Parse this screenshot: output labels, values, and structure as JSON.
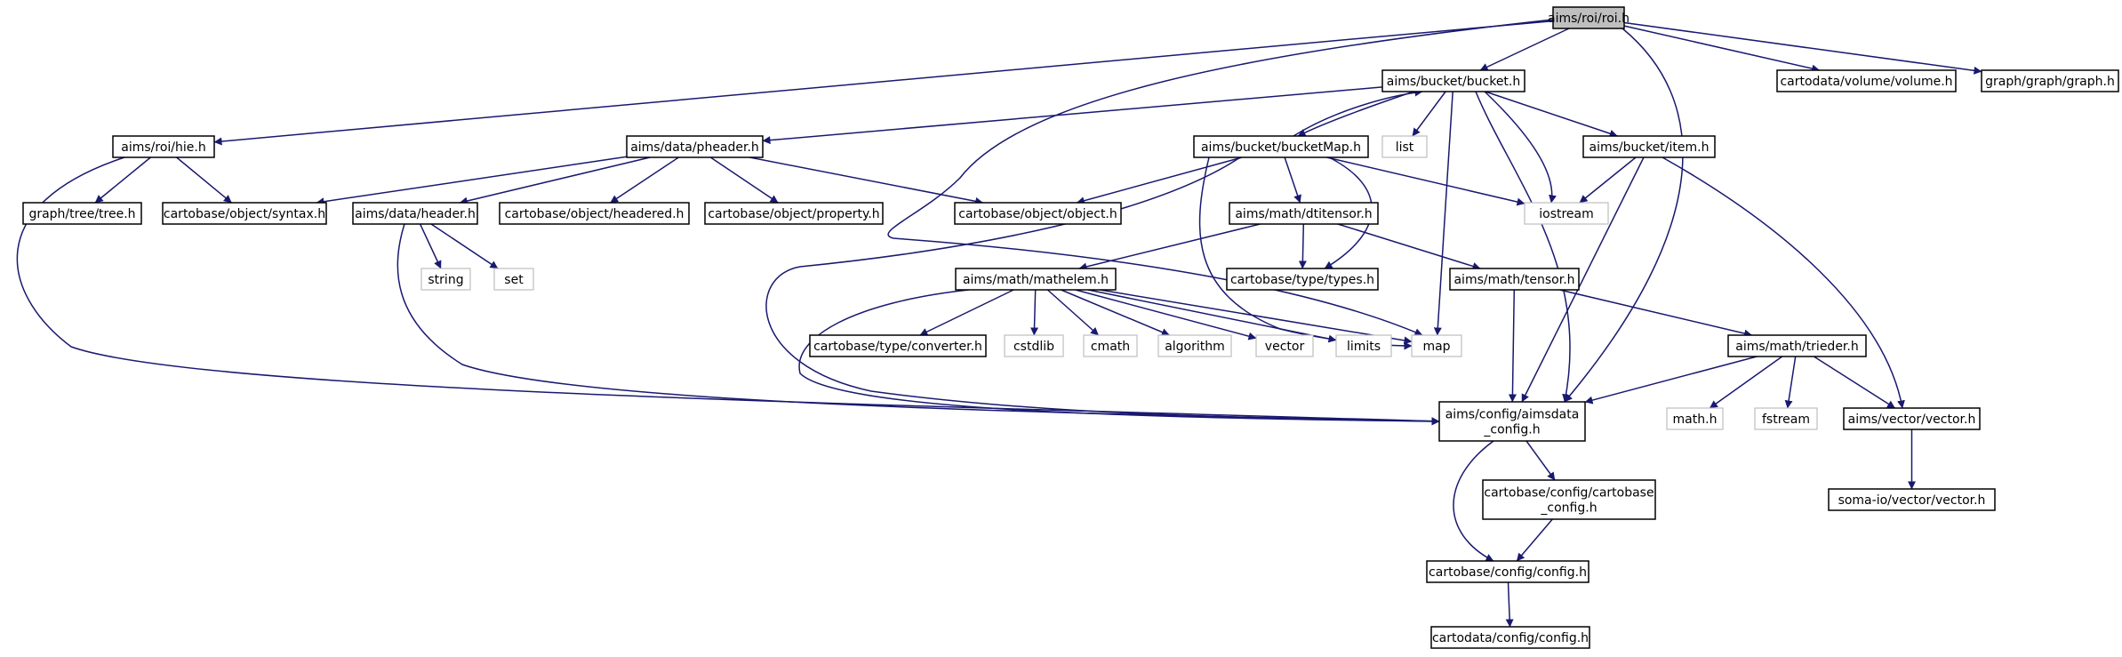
{
  "nodes": {
    "roi_h": {
      "label": [
        "aims/roi/roi.h"
      ],
      "kind": "root"
    },
    "bucket_h": {
      "label": [
        "aims/bucket/bucket.h"
      ],
      "kind": "doc"
    },
    "volume_h": {
      "label": [
        "cartodata/volume/volume.h"
      ],
      "kind": "doc"
    },
    "graph_h": {
      "label": [
        "graph/graph/graph.h"
      ],
      "kind": "doc"
    },
    "hie_h": {
      "label": [
        "aims/roi/hie.h"
      ],
      "kind": "doc"
    },
    "pheader_h": {
      "label": [
        "aims/data/pheader.h"
      ],
      "kind": "doc"
    },
    "list": {
      "label": [
        "list"
      ],
      "kind": "ext"
    },
    "bucketMap_h": {
      "label": [
        "aims/bucket/bucketMap.h"
      ],
      "kind": "doc"
    },
    "item_h": {
      "label": [
        "aims/bucket/item.h"
      ],
      "kind": "doc"
    },
    "tree_h": {
      "label": [
        "graph/tree/tree.h"
      ],
      "kind": "doc"
    },
    "syntax_h": {
      "label": [
        "cartobase/object/syntax.h"
      ],
      "kind": "doc"
    },
    "header_h": {
      "label": [
        "aims/data/header.h"
      ],
      "kind": "doc"
    },
    "headered_h": {
      "label": [
        "cartobase/object/headered.h"
      ],
      "kind": "doc"
    },
    "property_h": {
      "label": [
        "cartobase/object/property.h"
      ],
      "kind": "doc"
    },
    "object_h": {
      "label": [
        "cartobase/object/object.h"
      ],
      "kind": "doc"
    },
    "dtitensor_h": {
      "label": [
        "aims/math/dtitensor.h"
      ],
      "kind": "doc"
    },
    "iostream": {
      "label": [
        "iostream"
      ],
      "kind": "ext"
    },
    "string": {
      "label": [
        "string"
      ],
      "kind": "ext"
    },
    "set": {
      "label": [
        "set"
      ],
      "kind": "ext"
    },
    "types_h": {
      "label": [
        "cartobase/type/types.h"
      ],
      "kind": "doc"
    },
    "mathelem_h": {
      "label": [
        "aims/math/mathelem.h"
      ],
      "kind": "doc"
    },
    "tensor_h": {
      "label": [
        "aims/math/tensor.h"
      ],
      "kind": "doc"
    },
    "converter_h": {
      "label": [
        "cartobase/type/converter.h"
      ],
      "kind": "doc"
    },
    "cstdlib": {
      "label": [
        "cstdlib"
      ],
      "kind": "ext"
    },
    "cmath": {
      "label": [
        "cmath"
      ],
      "kind": "ext"
    },
    "algorithm": {
      "label": [
        "algorithm"
      ],
      "kind": "ext"
    },
    "vector": {
      "label": [
        "vector"
      ],
      "kind": "ext"
    },
    "limits": {
      "label": [
        "limits"
      ],
      "kind": "ext"
    },
    "map": {
      "label": [
        "map"
      ],
      "kind": "ext"
    },
    "trieder_h": {
      "label": [
        "aims/math/trieder.h"
      ],
      "kind": "doc"
    },
    "aimsdata_config_h": {
      "label": [
        "aims/config/aimsdata",
        "_config.h"
      ],
      "kind": "doc"
    },
    "math_h": {
      "label": [
        "math.h"
      ],
      "kind": "ext"
    },
    "fstream": {
      "label": [
        "fstream"
      ],
      "kind": "ext"
    },
    "aims_vector_h": {
      "label": [
        "aims/vector/vector.h"
      ],
      "kind": "doc"
    },
    "cartobase_config_h": {
      "label": [
        "cartobase/config/cartobase",
        "_config.h"
      ],
      "kind": "doc"
    },
    "somaio_vector_h": {
      "label": [
        "soma-io/vector/vector.h"
      ],
      "kind": "doc"
    },
    "cartobase_cfg_h": {
      "label": [
        "cartobase/config/config.h"
      ],
      "kind": "doc"
    },
    "cartodata_cfg_h": {
      "label": [
        "cartodata/config/config.h"
      ],
      "kind": "doc"
    }
  },
  "edges": [
    [
      "roi_h",
      "bucket_h"
    ],
    [
      "roi_h",
      "volume_h"
    ],
    [
      "roi_h",
      "graph_h"
    ],
    [
      "roi_h",
      "hie_h"
    ],
    [
      "roi_h",
      "map"
    ],
    [
      "roi_h",
      "aimsdata_config_h"
    ],
    [
      "bucket_h",
      "pheader_h"
    ],
    [
      "bucket_h",
      "list"
    ],
    [
      "bucket_h",
      "bucketMap_h"
    ],
    [
      "bucket_h",
      "item_h"
    ],
    [
      "bucket_h",
      "iostream"
    ],
    [
      "bucket_h",
      "map"
    ],
    [
      "bucket_h",
      "aimsdata_config_h"
    ],
    [
      "bucketMap_h",
      "bucket_h"
    ],
    [
      "bucketMap_h",
      "object_h"
    ],
    [
      "bucketMap_h",
      "dtitensor_h"
    ],
    [
      "bucketMap_h",
      "iostream"
    ],
    [
      "bucketMap_h",
      "types_h"
    ],
    [
      "bucketMap_h",
      "map"
    ],
    [
      "bucketMap_h",
      "aimsdata_config_h"
    ],
    [
      "item_h",
      "iostream"
    ],
    [
      "item_h",
      "aimsdata_config_h"
    ],
    [
      "item_h",
      "aims_vector_h"
    ],
    [
      "hie_h",
      "tree_h"
    ],
    [
      "hie_h",
      "syntax_h"
    ],
    [
      "hie_h",
      "aimsdata_config_h"
    ],
    [
      "pheader_h",
      "syntax_h"
    ],
    [
      "pheader_h",
      "header_h"
    ],
    [
      "pheader_h",
      "headered_h"
    ],
    [
      "pheader_h",
      "property_h"
    ],
    [
      "pheader_h",
      "object_h"
    ],
    [
      "header_h",
      "string"
    ],
    [
      "header_h",
      "set"
    ],
    [
      "header_h",
      "aimsdata_config_h"
    ],
    [
      "dtitensor_h",
      "mathelem_h"
    ],
    [
      "dtitensor_h",
      "types_h"
    ],
    [
      "dtitensor_h",
      "tensor_h"
    ],
    [
      "mathelem_h",
      "converter_h"
    ],
    [
      "mathelem_h",
      "cstdlib"
    ],
    [
      "mathelem_h",
      "cmath"
    ],
    [
      "mathelem_h",
      "algorithm"
    ],
    [
      "mathelem_h",
      "vector"
    ],
    [
      "mathelem_h",
      "limits"
    ],
    [
      "mathelem_h",
      "map"
    ],
    [
      "mathelem_h",
      "aimsdata_config_h"
    ],
    [
      "tensor_h",
      "trieder_h"
    ],
    [
      "tensor_h",
      "aimsdata_config_h"
    ],
    [
      "trieder_h",
      "aimsdata_config_h"
    ],
    [
      "trieder_h",
      "math_h"
    ],
    [
      "trieder_h",
      "fstream"
    ],
    [
      "trieder_h",
      "aims_vector_h"
    ],
    [
      "aimsdata_config_h",
      "cartobase_config_h"
    ],
    [
      "aimsdata_config_h",
      "cartobase_cfg_h"
    ],
    [
      "cartobase_config_h",
      "cartobase_cfg_h"
    ],
    [
      "aims_vector_h",
      "somaio_vector_h"
    ],
    [
      "cartobase_cfg_h",
      "cartodata_cfg_h"
    ]
  ]
}
